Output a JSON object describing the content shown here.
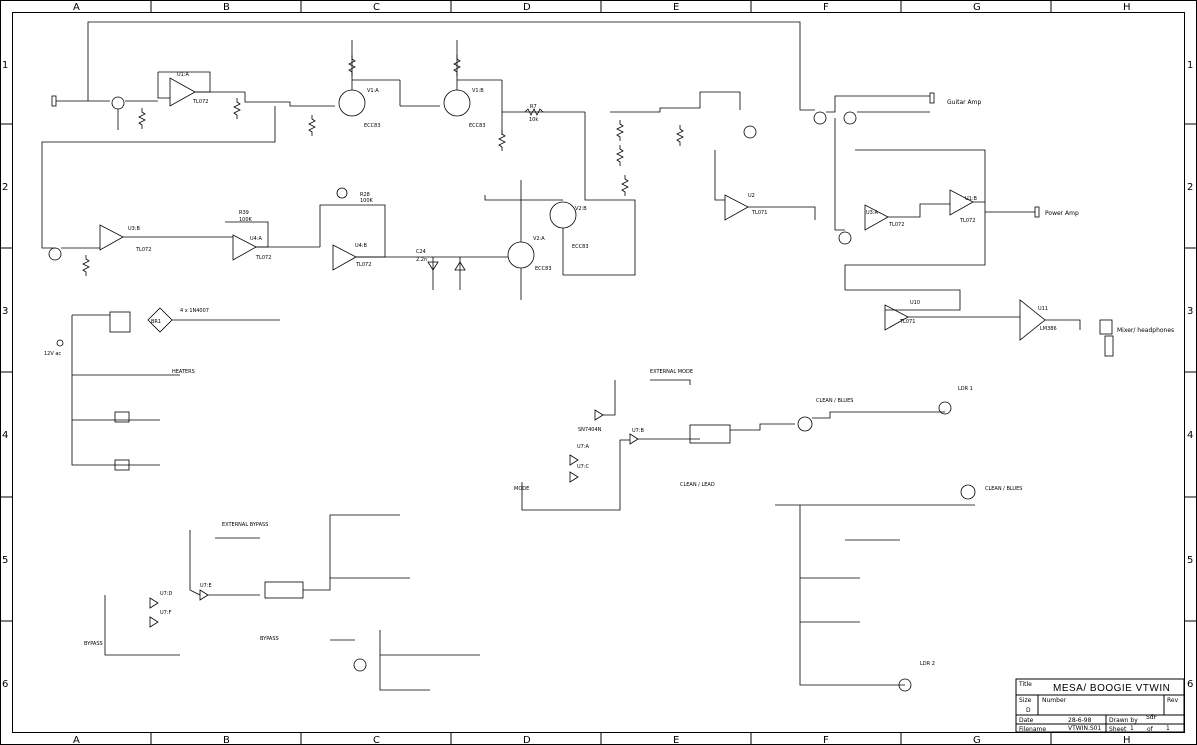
{
  "zone_columns": [
    "A",
    "B",
    "C",
    "D",
    "E",
    "F",
    "G",
    "H"
  ],
  "zone_rows": [
    "1",
    "2",
    "3",
    "4",
    "5",
    "6"
  ],
  "labels": {
    "guitar_amp": "Guitar Amp",
    "power_amp": "Power Amp",
    "mixer_headphones": "Mixer/ headphones",
    "external_mode": "EXTERNAL MODE",
    "external_bypass": "EXTERNAL BYPASS",
    "clean_blues": "CLEAN / BLUES",
    "clean_blues2": "CLEAN / BLUES",
    "bypass": "BYPASS",
    "mode": "MODE",
    "heaters": "HEATERS",
    "ldr1": "LDR 1",
    "ldr2": "LDR 2",
    "v12": "12V ac",
    "cleanlead": "CLEAN / LEAD",
    "bypass_led": "BYPASS"
  },
  "components": {
    "u1a": "U1:A",
    "tl072_1": "TL072",
    "v1a": "V1:A",
    "ecc83_1": "ECC83",
    "v1b": "V1:B",
    "ecc83_2": "ECC83",
    "v2a": "V2:A",
    "ecc83_3": "ECC83",
    "v2b": "V2:B",
    "ecc83_4": "ECC83",
    "u3b": "U3:B",
    "tl072_2": "TL072",
    "u4a": "U4:A",
    "tl072_3": "TL072",
    "u4b": "U4:B",
    "tl072_4": "TL072",
    "u2": "U2",
    "tl071_1": "TL071",
    "u3a": "U3:A",
    "tl072_5": "TL072",
    "u1b": "U1:B",
    "tl072_6": "TL072",
    "u10": "U10",
    "tl071_2": "TL071",
    "u11": "U11",
    "lm386": "LM386",
    "u7a": "U7:A",
    "u7b": "U7:B",
    "u7c": "U7:C",
    "sn7404n": "SN7404N",
    "u7d": "U7:D",
    "u7e": "U7:E",
    "u7f": "U7:F",
    "br1": "BR1",
    "bridge": "4 x 1N4007",
    "r7": "R7",
    "r7v": "10k",
    "r28": "R28",
    "r28v": "100K",
    "r39": "R39",
    "r39v": "100K",
    "c24": "C24",
    "c24v": "2.2n",
    "mesa": "MESA/ BOOGIE VTWIN"
  },
  "title_block": {
    "title_label": "Title",
    "title": "MESA/ BOOGIE VTWIN",
    "size_label": "Size",
    "size": "D",
    "number_label": "Number",
    "rev_label": "Rev",
    "date_label": "Date",
    "date": "28-6-98",
    "drawn_label": "Drawn by",
    "drawn": "SdF",
    "file_label": "Filename",
    "file": "VTWIN.S01",
    "sheet_label": "Sheet",
    "sheet_num": "1",
    "of_label": "of",
    "sheet_total": "1"
  }
}
